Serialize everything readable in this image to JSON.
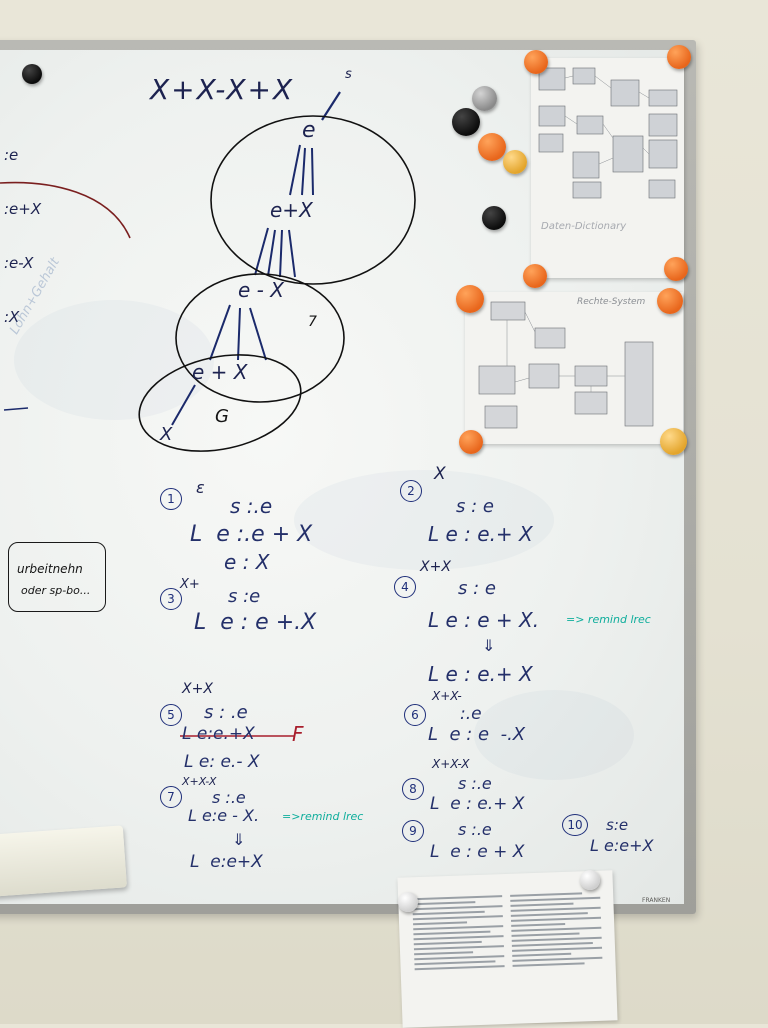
{
  "board": {
    "title_expression": "X+X-X+X",
    "grammar_left": [
      ":e",
      ":e+X",
      ":e-X",
      ":X"
    ],
    "faded_note": "Lohn+Gehalt",
    "boxed_note": [
      "urbeitnehn",
      "oder sp-bo..."
    ]
  },
  "tree": {
    "root_symbol": "s",
    "nodes": [
      "e",
      "e+X",
      "e - X",
      "e + X",
      "X"
    ],
    "loop_labels": [
      "7",
      "G"
    ]
  },
  "steps_left": [
    {
      "num": "1",
      "input": "ε",
      "lines": [
        "s :.e",
        "L  e :.e + X",
        "e : X"
      ]
    },
    {
      "num": "3",
      "input": "X+",
      "lines": [
        "s :e",
        "L  e : e +.X"
      ]
    },
    {
      "num": "5",
      "input": "X+X",
      "lines": [
        "s : .e",
        "L e:e.+X",
        "L e: e.- X"
      ],
      "mark": "F"
    },
    {
      "num": "7",
      "input": "X+X-X",
      "lines": [
        "s :.e",
        "L e:e - X.",
        "⇓",
        "L  e:e+X"
      ],
      "note": "=>remind lrec"
    }
  ],
  "steps_right": [
    {
      "num": "2",
      "input": "X",
      "lines": [
        "s : e",
        "L e : e.+ X"
      ]
    },
    {
      "num": "4",
      "input": "X+X",
      "lines": [
        "s : e",
        "L e : e + X.",
        "⇓",
        "L e : e.+ X"
      ],
      "note": "=> remind lrec"
    },
    {
      "num": "6",
      "input": "X+X-",
      "lines": [
        ":.e",
        "L  e : e  -.X"
      ]
    },
    {
      "num": "8",
      "input": "X+X-X",
      "lines": [
        "s :.e",
        "L  e : e.+ X"
      ]
    },
    {
      "num": "9",
      "input": "",
      "lines": [
        "s :.e",
        "L  e : e + X"
      ]
    },
    {
      "num": "10",
      "input": "",
      "lines": [
        "s:e",
        "L e:e+X"
      ]
    }
  ],
  "papers": {
    "top_caption": "Daten-Dictionary",
    "middle_caption": "Rechte-System",
    "brand": "FRANKEN"
  },
  "colors": {
    "wall": "#e6e3d5",
    "board": "#f1f3f1",
    "frame": "#a8a8a3",
    "magnet_orange": "#f07a28",
    "ink_blue": "#24306a",
    "ink_teal": "#0fae9c",
    "ink_red": "#a81e2c"
  }
}
